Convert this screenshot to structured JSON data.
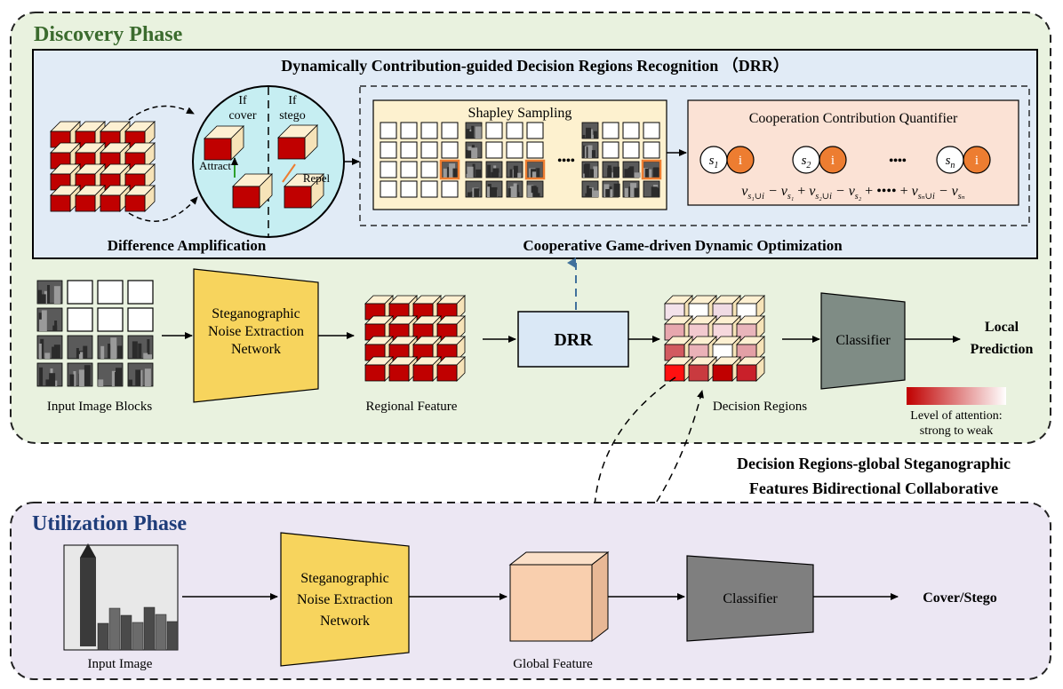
{
  "discovery": {
    "title": "Discovery Phase",
    "drr_title": "Dynamically Contribution-guided Decision Regions Recognition （DRR）",
    "diff_amp_label": "Difference Amplification",
    "if_cover": "If\ncover",
    "if_stego": "If\nstego",
    "attract": "Attract",
    "repel": "Repel",
    "shapley_title": "Shapley Sampling",
    "dots": "••••",
    "ccq_title": "Cooperation Contribution Quantifier",
    "coop_label": "Cooperative Game-driven Dynamic Optimization",
    "player_i": "i",
    "input_blocks_label": "Input Image Blocks",
    "snen_label": "Steganographic\nNoise Extraction\nNetwork",
    "regional_feature_label": "Regional Feature",
    "drr_box": "DRR",
    "decision_regions_label": "Decision Regions",
    "classifier_label": "Classifier",
    "local_prediction": "Local\nPrediction",
    "attention_legend": "Level of attention:\nstrong to weak",
    "colors": {
      "green_bg": "#e9f2df",
      "blue_bg": "#e1ebf6",
      "red_cube": "#c00000",
      "yellow": "#f7d45d",
      "orange": "#ed7d31"
    }
  },
  "collab_label": "Decision Regions-global Steganographic\nFeatures Bidirectional Collaborative",
  "utilization": {
    "title": "Utilization Phase",
    "input_image_label": "Input Image",
    "snen_label": "Steganographic\nNoise Extraction\nNetwork",
    "global_feature_label": "Global Feature",
    "classifier_label": "Classifier",
    "output_label": "Cover/Stego",
    "colors": {
      "purple_bg": "#ece7f3",
      "peach": "#f9cfae",
      "gray": "#7f7f7f"
    }
  }
}
